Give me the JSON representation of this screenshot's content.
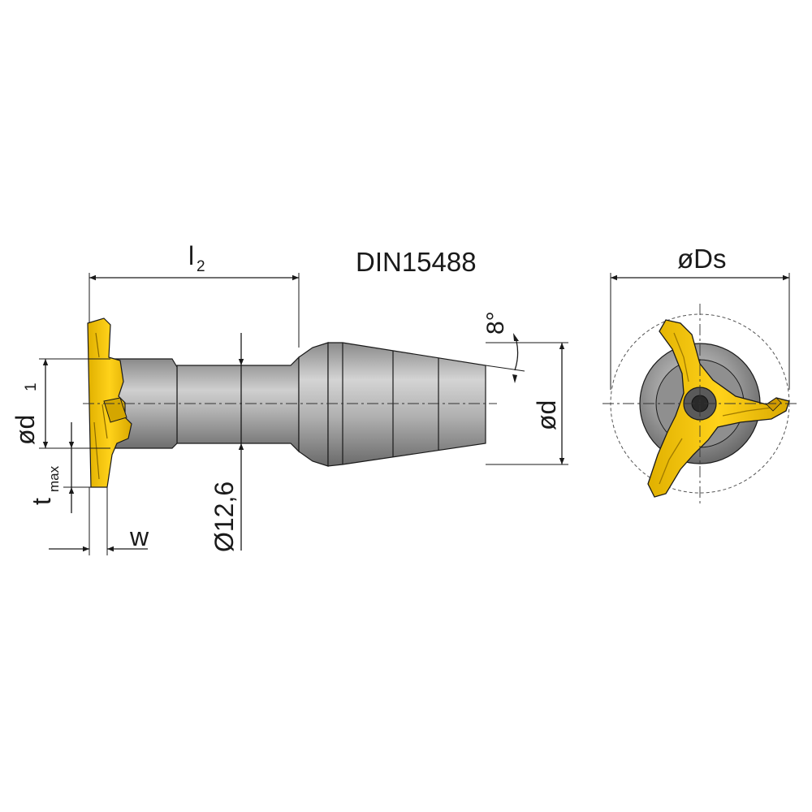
{
  "labels": {
    "standard": "DIN15488",
    "l2": "l",
    "l2_sub": "2",
    "angle": "8°",
    "d1": "ød",
    "d1_sub": "1",
    "tmax": "t",
    "tmax_sub": "max",
    "w": "w",
    "shank_dia": "Ø12,6",
    "d": "ød",
    "Ds": "øDs"
  },
  "colors": {
    "body_dark": "#7f7f7f",
    "body_mid": "#a6a6a6",
    "body_light": "#c8c8c8",
    "insert_yellow": "#f2c200",
    "insert_shade": "#c79c00",
    "outline": "#1a1a1a"
  }
}
